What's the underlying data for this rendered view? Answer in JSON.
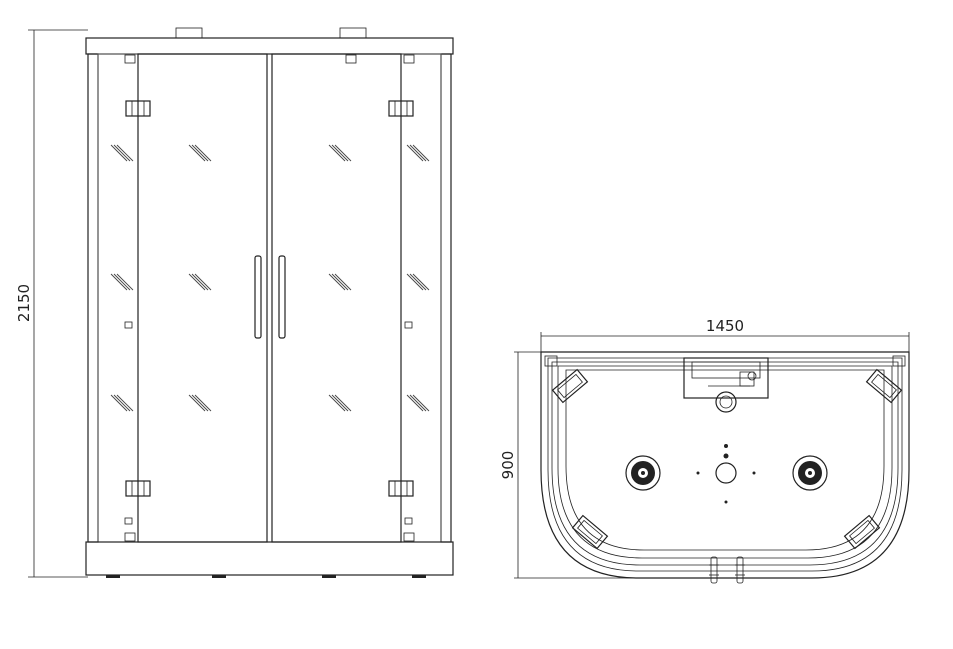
{
  "front_view": {
    "height_label": "2150"
  },
  "top_view": {
    "width_label": "1450",
    "depth_label": "900"
  },
  "colors": {
    "line": "#222222",
    "background": "#ffffff"
  }
}
